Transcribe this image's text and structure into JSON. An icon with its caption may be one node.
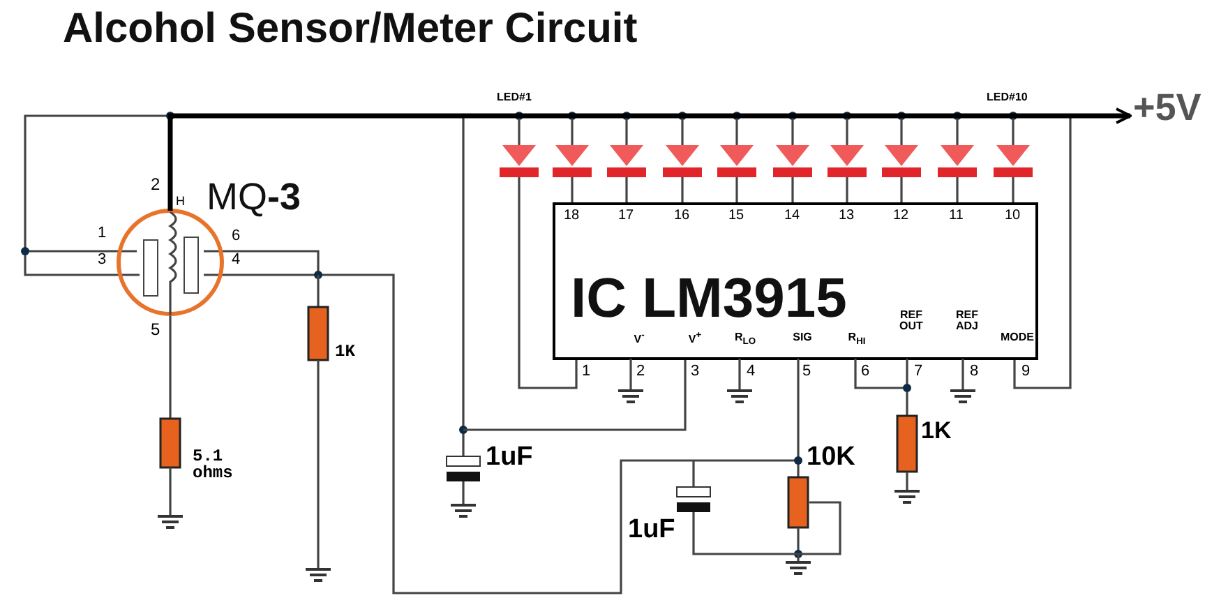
{
  "diagram": {
    "title": "Alcohol Sensor/Meter Circuit",
    "nodes": [
      {
        "text": [
          "MQ**-3**"
        ]
      },
      {
        "text": [
          "IC LM3915"
        ]
      },
      {
        "text": [
          "+5V"
        ]
      }
    ],
    "edges": [
      {
        "from": 0,
        "to": 2,
        "arrow": "to"
      }
    ],
    "labels": [
      "LED#1",
      "LED#10",
      "2",
      "H",
      "18",
      "17",
      "16",
      "15",
      "14",
      "13",
      "12",
      "11",
      "10",
      "1",
      "6",
      "3",
      "4",
      "V$^{-}$",
      "V$^{+}$",
      "R$_{LO}$",
      "SIG",
      "R$_{HI}$",
      "REF OUT",
      "REF ADJ",
      "MODE",
      "1",
      "2",
      "3",
      "4",
      "5",
      "6",
      "7",
      "8",
      "9",
      "5",
      "1K",
      "1K",
      "1uF",
      "10K",
      "5.1 ohms",
      "1uF"
    ]
  }
}
